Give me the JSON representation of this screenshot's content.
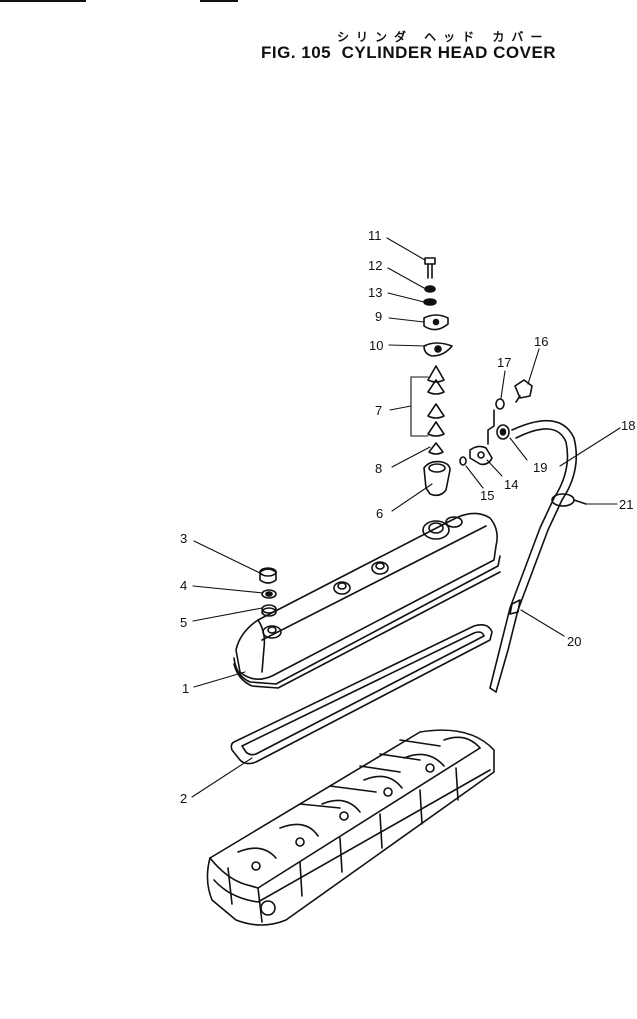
{
  "header": {
    "title_jp": "シリンダ ヘッド カバー",
    "fig_number": "FIG. 105",
    "title": "CYLINDER HEAD COVER"
  },
  "callouts": [
    "1",
    "2",
    "3",
    "4",
    "5",
    "6",
    "7",
    "8",
    "9",
    "10",
    "11",
    "12",
    "13",
    "14",
    "15",
    "16",
    "17",
    "18",
    "19",
    "20",
    "21"
  ]
}
